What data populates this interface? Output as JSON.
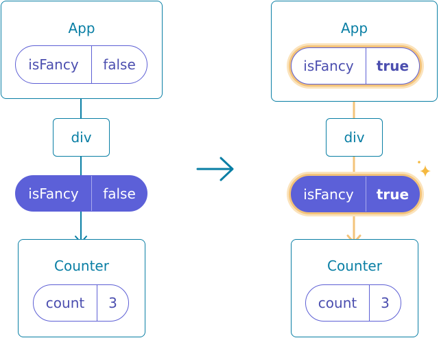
{
  "before": {
    "app": {
      "title": "App",
      "state": {
        "key": "isFancy",
        "value": "false"
      }
    },
    "div": {
      "label": "div"
    },
    "prop": {
      "key": "isFancy",
      "value": "false"
    },
    "counter": {
      "title": "Counter",
      "state": {
        "key": "count",
        "value": "3"
      }
    }
  },
  "after": {
    "app": {
      "title": "App",
      "state": {
        "key": "isFancy",
        "value": "true"
      }
    },
    "div": {
      "label": "div"
    },
    "prop": {
      "key": "isFancy",
      "value": "true"
    },
    "counter": {
      "title": "Counter",
      "state": {
        "key": "count",
        "value": "3"
      }
    }
  },
  "colors": {
    "teal": "#087ea4",
    "purple": "#5c60d8",
    "highlight_orange": "#f3c37a",
    "sparkle": "#f5b940"
  },
  "icons": [
    "arrow-right-icon",
    "sparkle-icon"
  ]
}
